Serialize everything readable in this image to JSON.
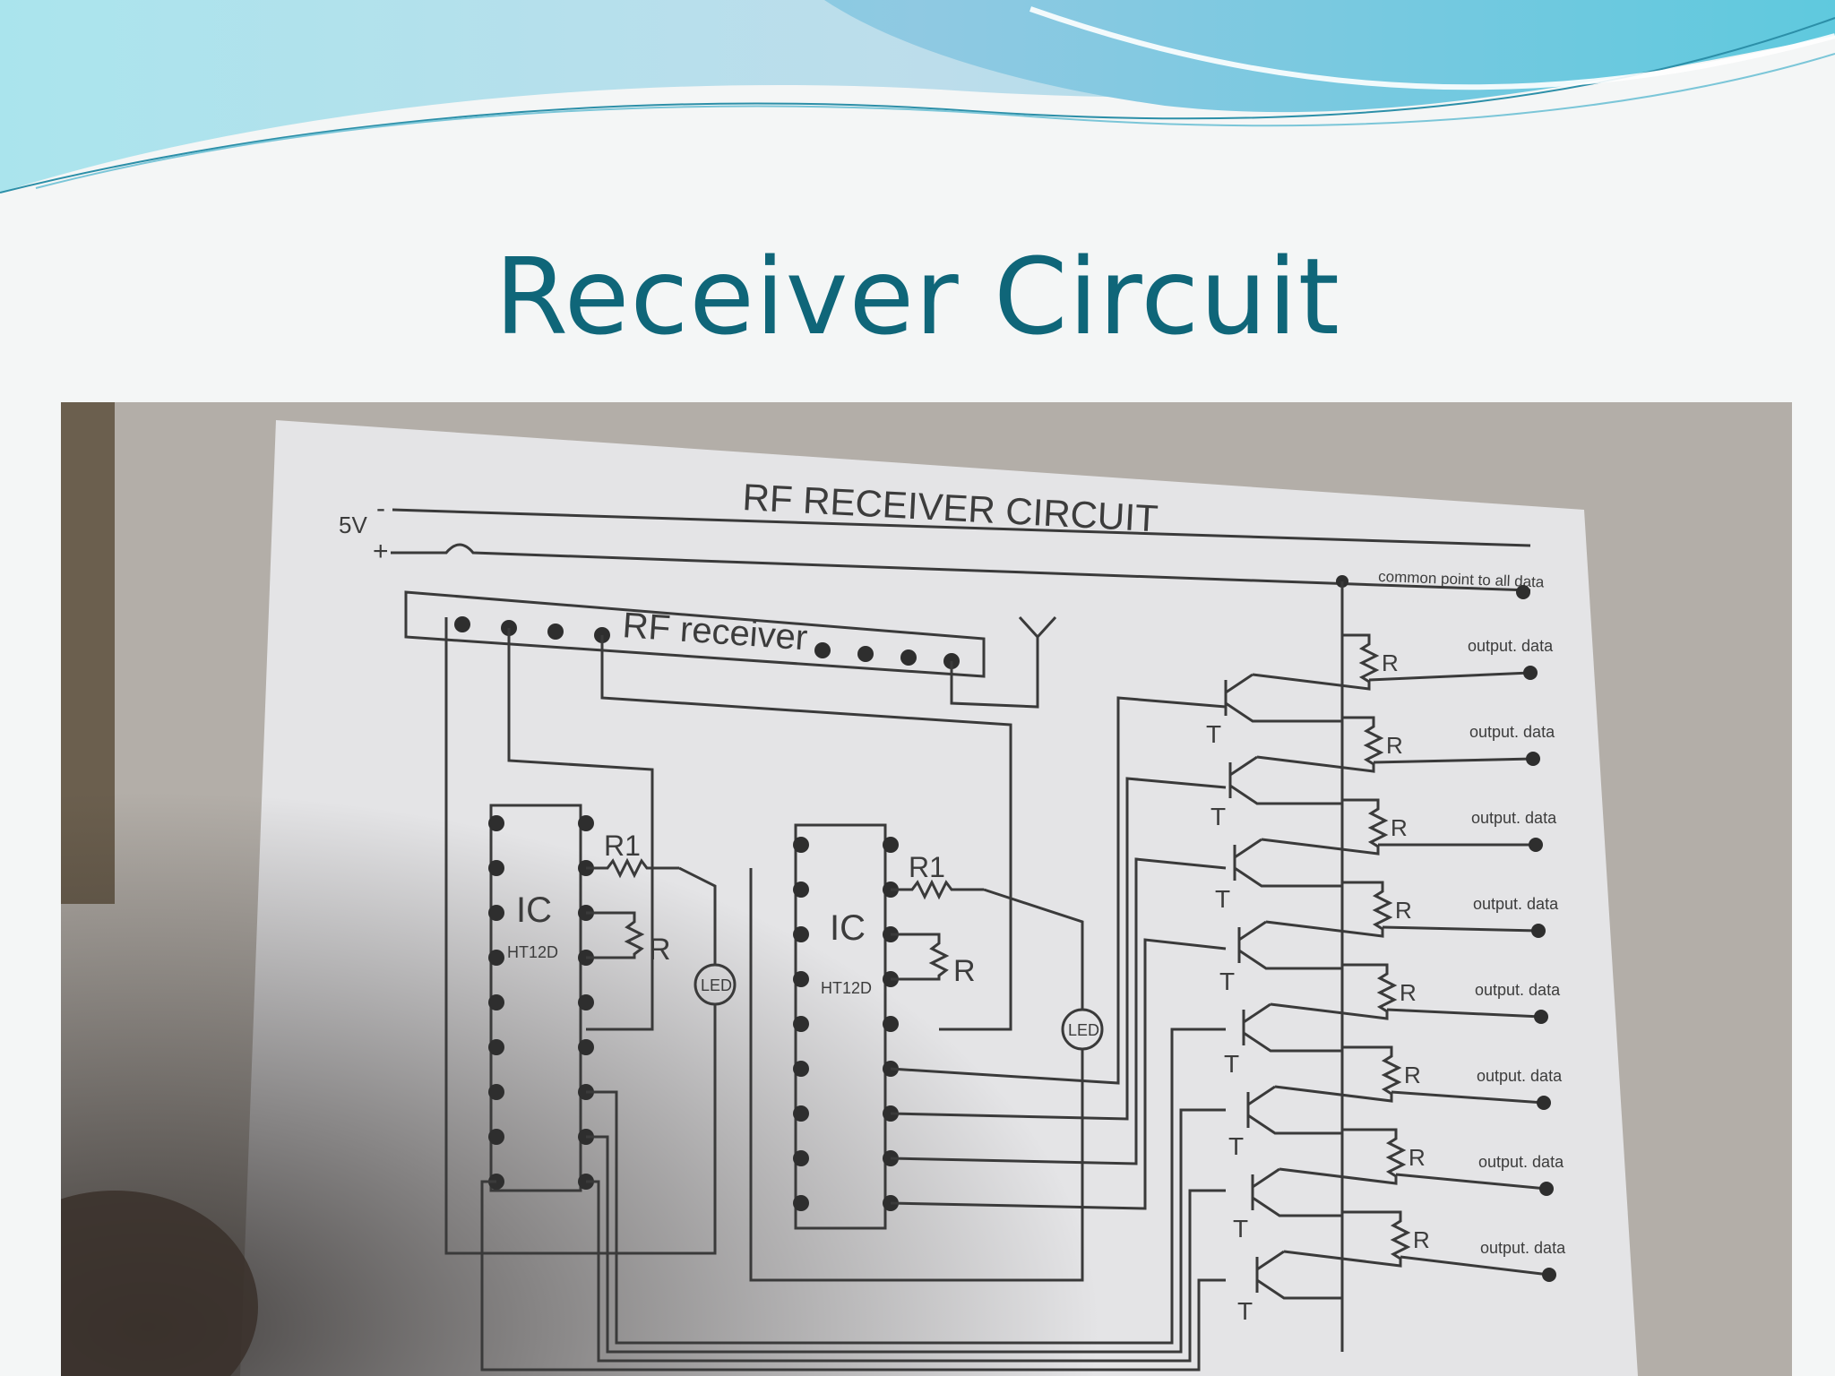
{
  "slide": {
    "title": "Receiver Circuit",
    "accent_color": "#0f6679"
  },
  "schematic": {
    "heading": "RF RECEIVER CIRCUIT",
    "supply_label": "5V",
    "supply_minus": "-",
    "supply_plus": "+",
    "common_label": "common point to all data",
    "rf_label": "RF receiver",
    "ic1": {
      "name": "IC",
      "part": "HT12D",
      "r1": "R1",
      "r": "R",
      "led": "LED"
    },
    "ic2": {
      "name": "IC",
      "part": "HT12D",
      "r1": "R1",
      "r": "R",
      "led": "LED"
    },
    "resistor_label": "R",
    "transistor_label": "T",
    "output_label": "output. data",
    "output_count": 8
  }
}
